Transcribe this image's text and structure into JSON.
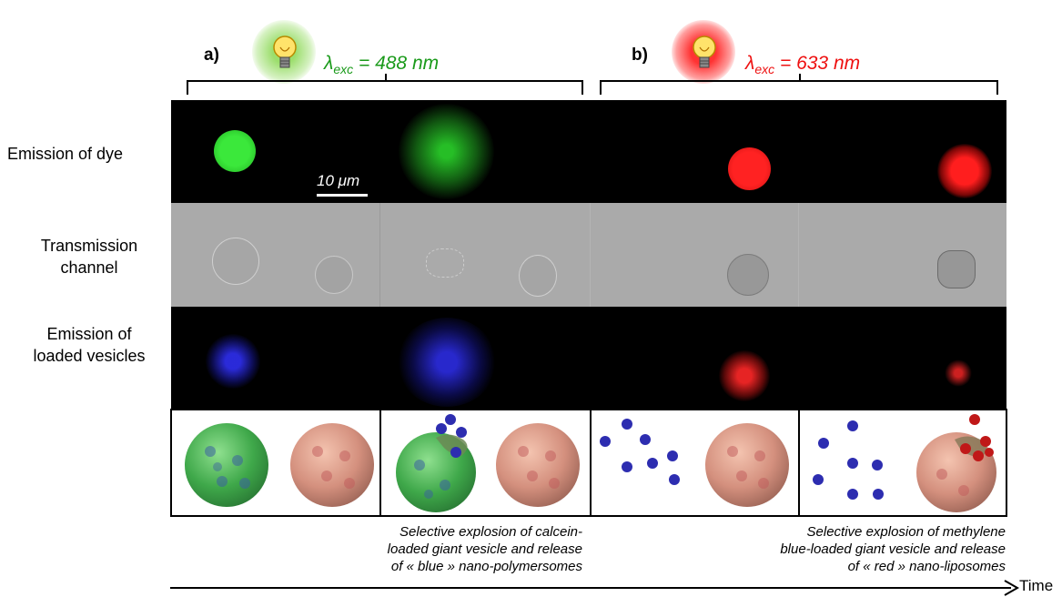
{
  "panels": {
    "a": {
      "label": "a)",
      "lambda_sym": "λ",
      "lambda_sub": "exc",
      "lambda_val": " = 488 nm",
      "color": "#1a9a1a",
      "glow": "#9be07a"
    },
    "b": {
      "label": "b)",
      "lambda_sym": "λ",
      "lambda_sub": "exc",
      "lambda_val": " = 633 nm",
      "color": "#ee1111",
      "glow": "#ff4a4a"
    }
  },
  "rows": {
    "emission_dye": "Emission of dye",
    "transmission_1": "Transmission",
    "transmission_2": "channel",
    "loaded_1": "Emission of",
    "loaded_2": "loaded vesicles"
  },
  "scale_bar": "10 μm",
  "captions": {
    "a": [
      "Selective explosion of calcein-",
      "loaded giant vesicle and release",
      "of « blue » nano-polymersomes"
    ],
    "b": [
      "Selective explosion of methylene",
      "blue-loaded giant vesicle and release",
      "of « red » nano-liposomes"
    ]
  },
  "time_label": "Time",
  "icons": [
    "lightbulb-icon",
    "lightbulb-icon"
  ],
  "colors": {
    "green_dye": "#22cc22",
    "red_dye": "#ff1a1a",
    "blue_vesicle": "#2a2aff",
    "dark_bg": "#000000",
    "transmission_bg": "#a9a9a9"
  }
}
